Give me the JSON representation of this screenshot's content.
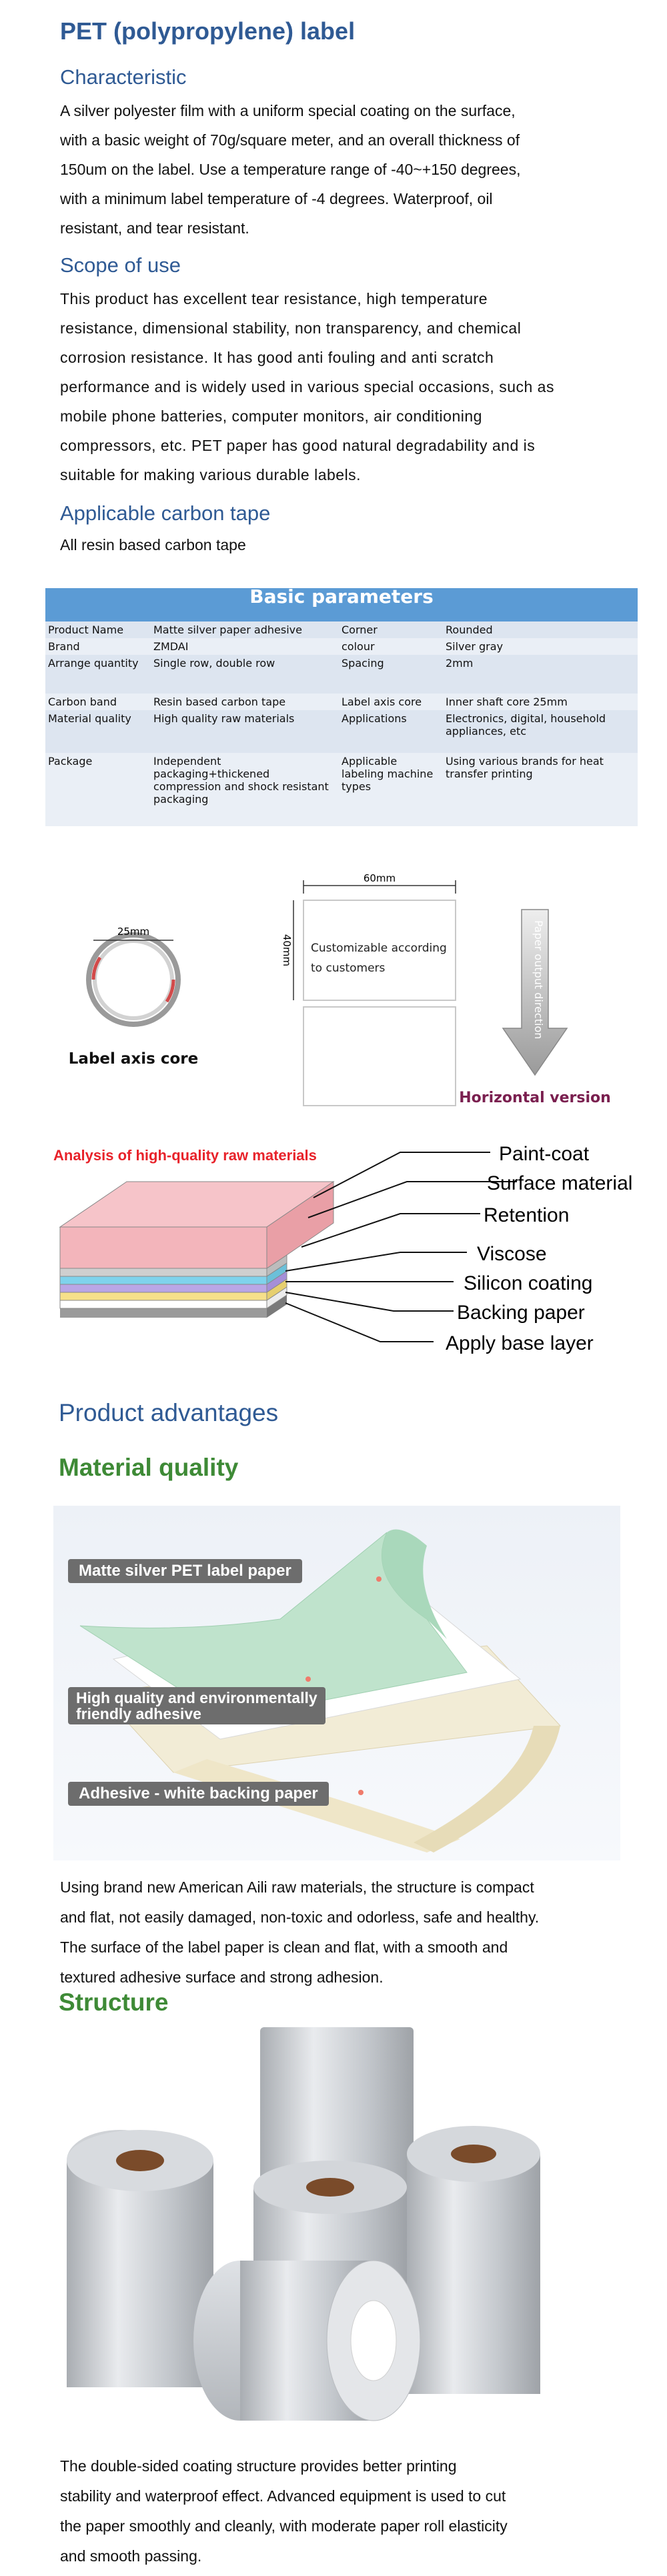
{
  "title": "PET (polypropylene) label",
  "characteristic": {
    "heading": "Characteristic",
    "lines": [
      "A silver polyester film with a uniform special coating on the surface,",
      "with a basic weight of 70g/square meter, and an overall thickness of",
      "150um on the label. Use a temperature range of -40~+150 degrees,",
      "with a minimum label temperature of -4 degrees. Waterproof, oil",
      "resistant, and tear resistant."
    ]
  },
  "scope": {
    "heading": "Scope of use",
    "lines": [
      "This product has excellent tear resistance, high temperature",
      "resistance, dimensional stability, non transparency, and chemical",
      "corrosion resistance. It has good anti fouling and anti scratch",
      "performance and is widely used in various special occasions, such as",
      "mobile phone batteries, computer monitors, air conditioning",
      "compressors, etc. PET paper has good natural degradability and is",
      "suitable for making various durable labels."
    ]
  },
  "carbon": {
    "heading": "Applicable carbon tape",
    "text": "All resin based carbon tape"
  },
  "params": {
    "heading": "Basic parameters",
    "rows": [
      [
        "Product Name",
        "Matte silver paper adhesive",
        "Corner",
        "Rounded"
      ],
      [
        "Brand",
        "ZMDAI",
        "colour",
        "Silver gray"
      ],
      [
        "Arrange quantity",
        "Single row, double row",
        "Spacing",
        "2mm"
      ],
      [
        "Carbon band",
        "Resin based carbon tape",
        "Label axis core",
        "Inner shaft core 25mm"
      ],
      [
        "Material quality",
        "High quality raw materials",
        "Applications",
        "Electronics, digital, household appliances, etc"
      ],
      [
        "Package",
        "Independent packaging+thickened compression and shock resistant packaging",
        "Applicable labeling machine types",
        "Using various brands for heat transfer printing"
      ]
    ]
  },
  "diagram": {
    "core_size": "25mm",
    "core_label": "Label axis core",
    "width_dim": "60mm",
    "height_dim": "40mm",
    "label_text_line1": "Customizable according",
    "label_text_line2": "to customers",
    "direction": "Paper output direction",
    "version": "Horizontal version"
  },
  "raw": {
    "title": "Analysis of high-quality raw materials",
    "layers": [
      "Paint-coat",
      "Surface material",
      "Retention",
      "Viscose",
      "Silicon coating",
      "Backing paper",
      "Apply base layer"
    ]
  },
  "advantages": {
    "heading": "Product advantages",
    "material_heading": "Material quality",
    "tags": [
      "Matte silver PET label paper",
      "High quality and environmentally",
      "friendly adhesive",
      "Adhesive - white backing paper"
    ],
    "material_lines": [
      "Using brand new American Aili raw materials, the structure is compact",
      "and flat, not easily damaged, non-toxic and odorless, safe and healthy.",
      "The surface of the label paper is clean and flat, with a smooth and",
      "textured adhesive surface and strong adhesion."
    ],
    "structure_heading": "Structure",
    "structure_lines": [
      "The double-sided coating structure provides better printing",
      "stability and waterproof effect. Advanced equipment is used to cut",
      "the paper smoothly and cleanly, with moderate paper roll elasticity",
      "and smooth passing."
    ]
  },
  "colors": {
    "heading_blue": "#2f5a94",
    "heading_green": "#3e8a36",
    "table_header": "#5b9bd5",
    "accent_red": "#e8222a",
    "version_purple": "#7a1f4f"
  }
}
